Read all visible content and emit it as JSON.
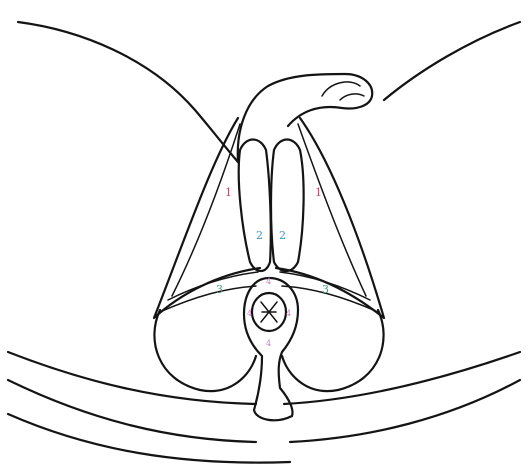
{
  "labels": {
    "muscle_1": "1",
    "muscle_2": "2",
    "muscle_3": "3",
    "muscle_4": "4"
  },
  "colors": {
    "label_1": "#c0506a",
    "label_2": "#3a95c6",
    "label_3": "#3a9a82",
    "label_4": "#c77ab8",
    "line": "#141414",
    "background": "#ffffff"
  }
}
